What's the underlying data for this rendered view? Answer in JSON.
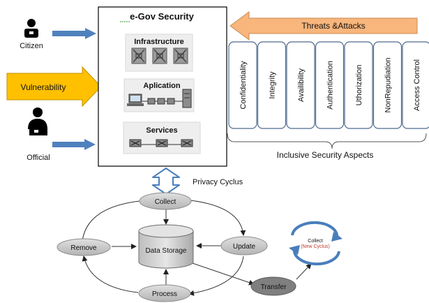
{
  "actors": {
    "citizen": "Citizen",
    "official": "Official",
    "vulnerability": "Vulnerability"
  },
  "egov": {
    "title": "e-Gov Security",
    "infrastructure": "Infrastructure",
    "application": "Aplication",
    "services": "Services"
  },
  "threats": "Threats &Attacks",
  "aspects": [
    "Confidentiality",
    "Integrity",
    "Availibility",
    "Authentication",
    "Uthorization",
    "NonRepudiation",
    "Access Control"
  ],
  "aspects_caption": "Inclusive Security Aspects",
  "privacy": {
    "title": "Privacy Cyclus",
    "collect": "Collect",
    "remove": "Remove",
    "update": "Update",
    "process": "Process",
    "storage": "Data Storage",
    "transfer": "Transfer",
    "new_cycle_line1": "Collect",
    "new_cycle_line2": "(New Cyclus)"
  },
  "colors": {
    "blue_arrow": "#4f81bd",
    "vulnerability_arrow": "#ffc000",
    "threats_arrow": "#f8b57c",
    "node_gray": "#c9c9c9",
    "transfer_gray": "#7f7f7f",
    "cycle_blue": "#4a7ebb"
  }
}
